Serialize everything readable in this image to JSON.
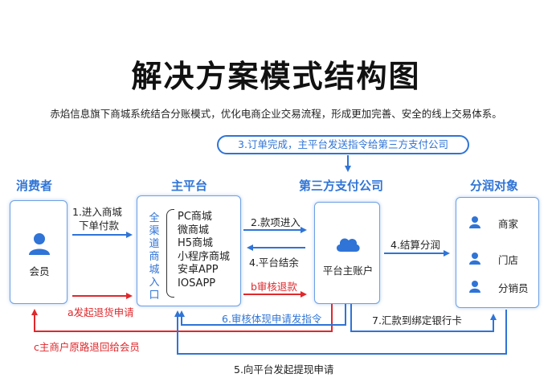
{
  "title": "解决方案模式结构图",
  "subtitle": "赤焰信息旗下商城系统结合分账模式，优化电商企业交易流程，形成更加完善、安全的线上交易体系。",
  "top_pill": "3.订单完成，主平台发送指令给第三方支付公司",
  "sections": {
    "consumer": "消费者",
    "platform": "主平台",
    "payment": "第三方支付公司",
    "beneficiary": "分润对象"
  },
  "consumer_box": {
    "label": "会员",
    "icon": "user-icon"
  },
  "platform_box": {
    "vertical_label": [
      "全",
      "渠",
      "道",
      "商",
      "城",
      "入",
      "口"
    ],
    "items": [
      "PC商城",
      "微商城",
      "H5商城",
      "小程序商城",
      "安卓APP",
      "IOSAPP"
    ]
  },
  "payment_box": {
    "label": "平台主账户",
    "icon": "cloud-icon"
  },
  "beneficiary_box": {
    "items": [
      "商家",
      "门店",
      "分销员"
    ],
    "icon": "user-icon"
  },
  "arrows": {
    "step1": "1.进入商城",
    "step1b": "下单付款",
    "step2": "2.款项进入",
    "step4": "4.平台结余",
    "step_b": "b审核退款",
    "step_a": "a发起退货申请",
    "step_c": "c主商户原路退回给会员",
    "step6": "6.审核体现申请发指令",
    "step7": "7.汇款到绑定银行卡",
    "step5": "5.向平台发起提现申请",
    "step4b": "4.结算分润"
  },
  "colors": {
    "accent": "#2f74d6",
    "danger": "#e0282c",
    "box_border": "#6da0e3"
  }
}
